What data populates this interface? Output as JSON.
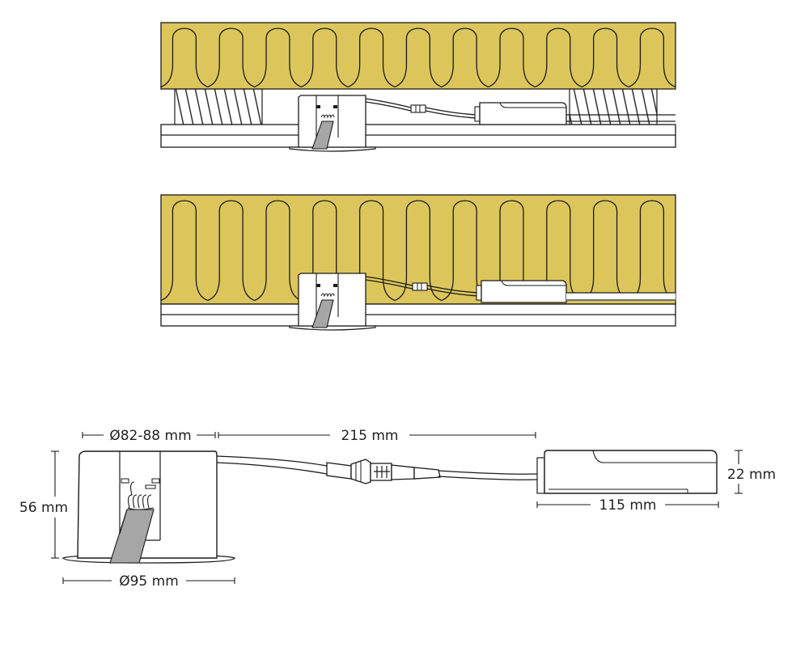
{
  "colors": {
    "insulation": "#dcc65c",
    "outline": "#1a1a1a",
    "gray_clip": "#a6a6a6",
    "background": "#ffffff"
  },
  "dimensions": {
    "cutout_diameter": "Ø82-88 mm",
    "cable_length": "215 mm",
    "height": "56 mm",
    "bezel_diameter": "Ø95 mm",
    "driver_height": "22 mm",
    "driver_length": "115 mm"
  }
}
